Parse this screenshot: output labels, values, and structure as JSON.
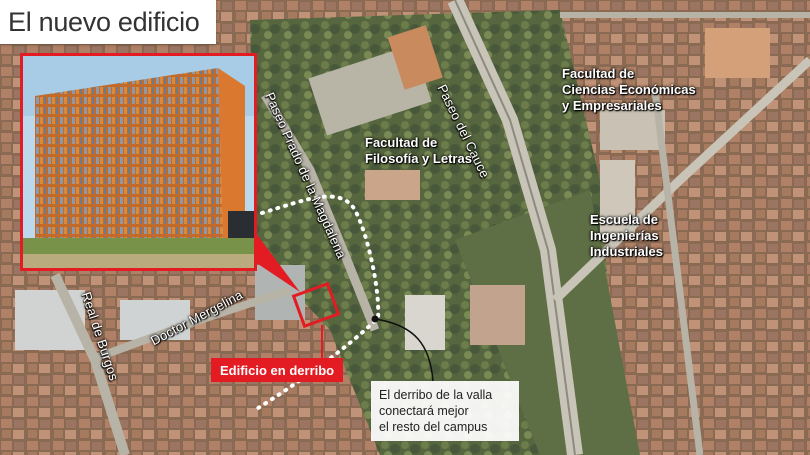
{
  "title": "El nuevo edificio",
  "streets": {
    "paseo_cauce": "Paseo del Cauce",
    "paseo_prado": "Paseo Prado de la Magdalena",
    "doctor_mergelina": "Doctor Mergelina",
    "real_burgos": "Real de Burgos"
  },
  "faculties": {
    "economicas": [
      "Facultad de",
      "Ciencias Económicas",
      "y Empresariales"
    ],
    "filosofia": [
      "Facultad de",
      "Filosofía y Letras"
    ],
    "ingenierias": [
      "Escuela de",
      "Ingenierías",
      "Industriales"
    ]
  },
  "building_label": "Edificio en derribo",
  "note_lines": [
    "El derribo de la valla",
    "conectará mejor",
    "el resto del campus"
  ],
  "colors": {
    "accent": "#e31b23",
    "path": "#ffffff"
  }
}
